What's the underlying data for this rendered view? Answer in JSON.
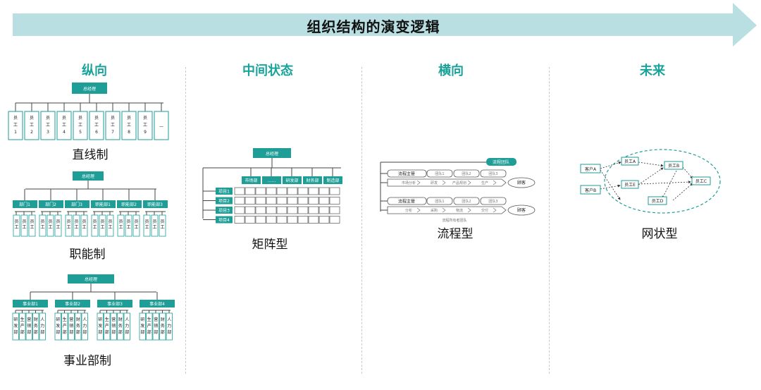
{
  "banner": {
    "title": "组织结构的演变逻辑",
    "color": "#b9dfe3"
  },
  "columns": [
    {
      "heading": "纵向"
    },
    {
      "heading": "中间状态"
    },
    {
      "heading": "横向"
    },
    {
      "heading": "未来"
    }
  ],
  "vertical": {
    "line_model": {
      "caption": "直线制",
      "root": "总经理",
      "staff": [
        "员\n工\n1",
        "员\n工\n2",
        "员\n工\n3",
        "员\n工\n4",
        "员\n工\n5",
        "员\n工\n6",
        "员\n工\n7",
        "员\n工\n8",
        "员\n工\n9",
        "—"
      ]
    },
    "functional_model": {
      "caption": "职能制",
      "root": "总经理",
      "departments": [
        "部门1",
        "部门2",
        "部门3",
        "职能部1",
        "职能部2",
        "职能部3"
      ],
      "staff_char": "员工"
    },
    "divisional_model": {
      "caption": "事业部制",
      "root": "总经理",
      "divisions": [
        "事业部1",
        "事业部2",
        "事业部3",
        "事业部4"
      ],
      "units": [
        "研发部",
        "生产部",
        "营销部",
        "财务部",
        "人力部"
      ]
    }
  },
  "matrix": {
    "caption": "矩阵型",
    "root": "总经理",
    "departments": [
      "市场部",
      "……",
      "研发部",
      "财务部",
      "制造部"
    ],
    "projects": [
      "项目1",
      "项目2",
      "项目3",
      "项目4"
    ]
  },
  "process": {
    "caption": "流程型",
    "top_box": "流程团队",
    "flows": [
      {
        "owner": "流程主管",
        "teams": [
          "团队1",
          "团队2",
          "团队3"
        ],
        "steps": [
          "市场分析",
          "研发",
          "产品规划",
          "生产"
        ],
        "customer": "顾客"
      },
      {
        "owner": "流程主管",
        "teams": [
          "团队1",
          "团队2",
          "团队3"
        ],
        "steps": [
          "分析",
          "采购",
          "物流",
          "交付"
        ],
        "customer": "顾客"
      }
    ],
    "footnote": "流程所有者团队"
  },
  "network": {
    "caption": "网状型",
    "customers": [
      "客户A",
      "客户B"
    ],
    "employees": [
      "员工A",
      "员工B",
      "员工C",
      "员工D",
      "员工E"
    ]
  }
}
